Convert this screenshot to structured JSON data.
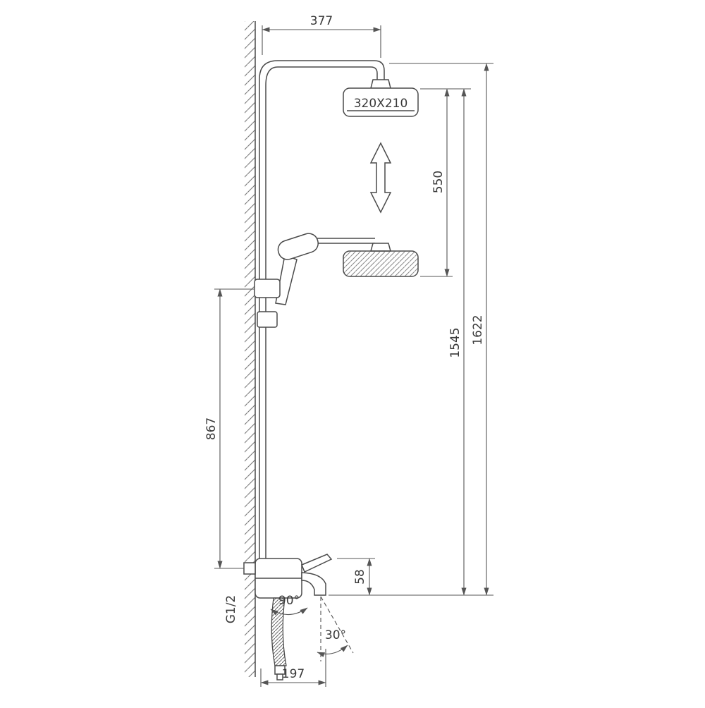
{
  "drawing": {
    "subject": "shower column with bath mixer - dimensional technical drawing",
    "line_color": "#4a4a4a",
    "background": "#ffffff",
    "labels": {
      "top_offset_mm": "377",
      "head_size": "320X210",
      "head_travel_mm": "550",
      "height_to_spout_mm": "1545",
      "total_height_mm": "1622",
      "riser_section_mm": "867",
      "spout_height_mm": "58",
      "thread_size": "G1/2",
      "handle_rotation": "90°",
      "spout_rotation": "30°",
      "spout_reach_mm": "197"
    }
  }
}
